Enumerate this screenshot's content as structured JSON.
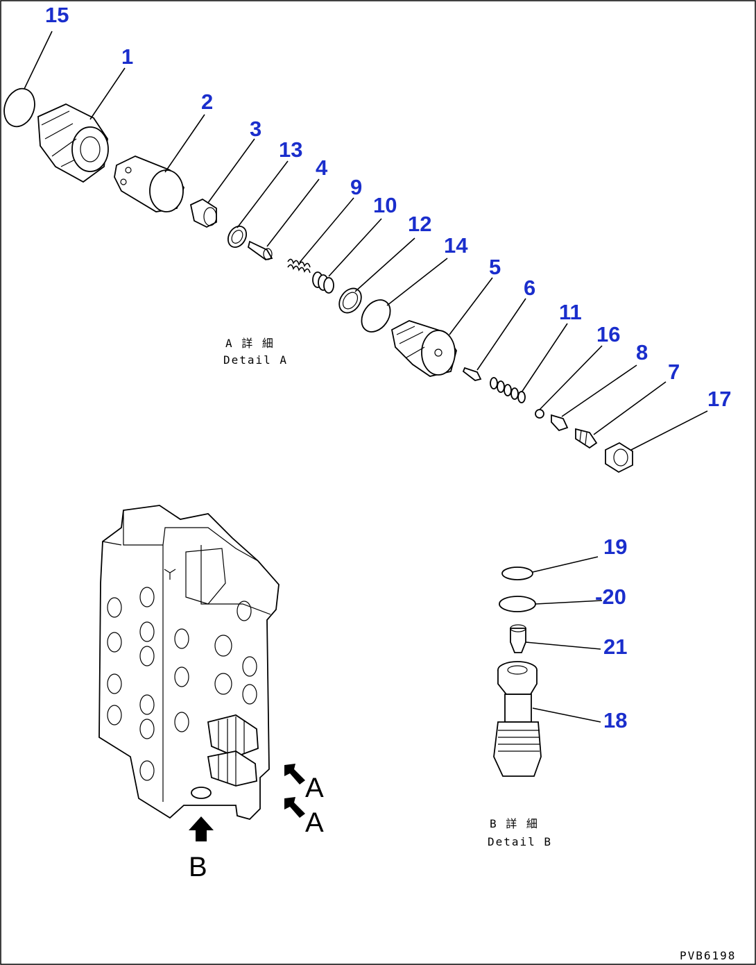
{
  "drawing_code": "PVB6198",
  "detail_a": {
    "caption_jp": "A 詳 細",
    "caption_en": "Detail A"
  },
  "detail_b": {
    "caption_jp": "B 詳 細",
    "caption_en": "Detail B"
  },
  "view_arrows": {
    "a1": "A",
    "a2": "A",
    "b": "B"
  },
  "callouts": {
    "c1": "1",
    "c2": "2",
    "c3": "3",
    "c4": "4",
    "c5": "5",
    "c6": "6",
    "c7": "7",
    "c8": "8",
    "c9": "9",
    "c10": "10",
    "c11": "11",
    "c12": "12",
    "c13": "13",
    "c14": "14",
    "c15": "15",
    "c16": "16",
    "c17": "17",
    "c18": "18",
    "c19": "19",
    "c20": "-20",
    "c21": "21"
  }
}
